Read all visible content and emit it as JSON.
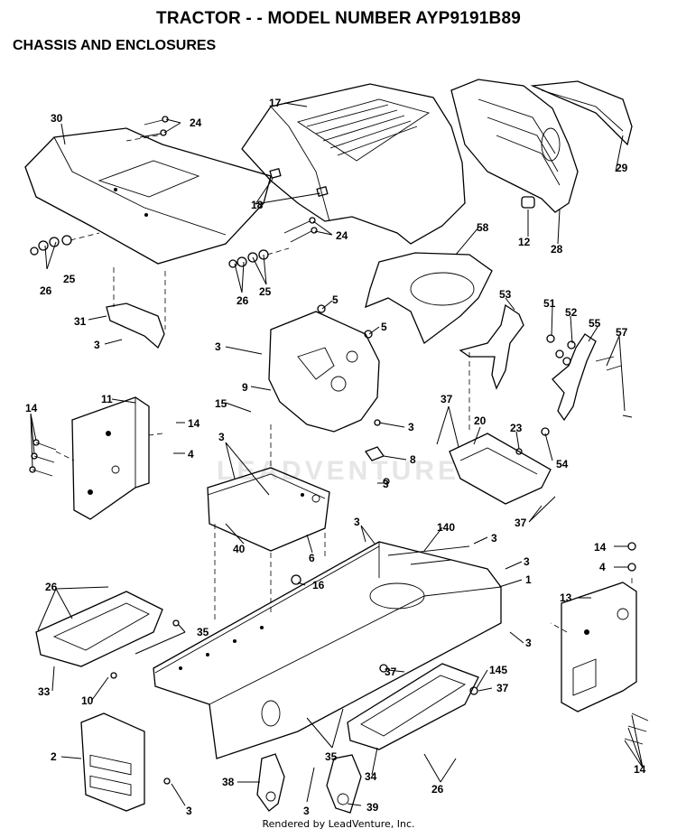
{
  "header": {
    "title": "TRACTOR - - MODEL NUMBER AYP9191B89",
    "subtitle": "CHASSIS AND ENCLOSURES"
  },
  "watermark": "LEADVENTURE",
  "footer": "Rendered by LeadVenture, Inc.",
  "callouts": [
    {
      "id": "c30",
      "label": "30"
    },
    {
      "id": "c24a",
      "label": "24"
    },
    {
      "id": "c17",
      "label": "17"
    },
    {
      "id": "c29",
      "label": "29"
    },
    {
      "id": "c18",
      "label": "18"
    },
    {
      "id": "c24b",
      "label": "24"
    },
    {
      "id": "c12",
      "label": "12"
    },
    {
      "id": "c28",
      "label": "28"
    },
    {
      "id": "c25a",
      "label": "25"
    },
    {
      "id": "c26a",
      "label": "26"
    },
    {
      "id": "c26b",
      "label": "26"
    },
    {
      "id": "c25b",
      "label": "25"
    },
    {
      "id": "c58",
      "label": "58"
    },
    {
      "id": "c5a",
      "label": "5"
    },
    {
      "id": "c5b",
      "label": "5"
    },
    {
      "id": "c53",
      "label": "53"
    },
    {
      "id": "c51",
      "label": "51"
    },
    {
      "id": "c52",
      "label": "52"
    },
    {
      "id": "c55",
      "label": "55"
    },
    {
      "id": "c57",
      "label": "57"
    },
    {
      "id": "c31",
      "label": "31"
    },
    {
      "id": "c3a",
      "label": "3"
    },
    {
      "id": "c3b",
      "label": "3"
    },
    {
      "id": "c9",
      "label": "9"
    },
    {
      "id": "c14a",
      "label": "14"
    },
    {
      "id": "c11",
      "label": "11"
    },
    {
      "id": "c15",
      "label": "15"
    },
    {
      "id": "c14b",
      "label": "14"
    },
    {
      "id": "c4a",
      "label": "4"
    },
    {
      "id": "c3c",
      "label": "3"
    },
    {
      "id": "c37a",
      "label": "37"
    },
    {
      "id": "c20",
      "label": "20"
    },
    {
      "id": "c23",
      "label": "23"
    },
    {
      "id": "c8",
      "label": "8"
    },
    {
      "id": "c3d",
      "label": "3"
    },
    {
      "id": "c3e",
      "label": "3"
    },
    {
      "id": "c54",
      "label": "54"
    },
    {
      "id": "c37b",
      "label": "37"
    },
    {
      "id": "c40",
      "label": "40"
    },
    {
      "id": "c6",
      "label": "6"
    },
    {
      "id": "c3f",
      "label": "3"
    },
    {
      "id": "c140",
      "label": "140"
    },
    {
      "id": "c3g",
      "label": "3"
    },
    {
      "id": "c3h",
      "label": "3"
    },
    {
      "id": "c1",
      "label": "1"
    },
    {
      "id": "c14c",
      "label": "14"
    },
    {
      "id": "c4b",
      "label": "4"
    },
    {
      "id": "c16",
      "label": "16"
    },
    {
      "id": "c13",
      "label": "13"
    },
    {
      "id": "c26c",
      "label": "26"
    },
    {
      "id": "c35a",
      "label": "35"
    },
    {
      "id": "c3i",
      "label": "3"
    },
    {
      "id": "c37c",
      "label": "37"
    },
    {
      "id": "c145",
      "label": "145"
    },
    {
      "id": "c33",
      "label": "33"
    },
    {
      "id": "c10",
      "label": "10"
    },
    {
      "id": "c37d",
      "label": "37"
    },
    {
      "id": "c2",
      "label": "2"
    },
    {
      "id": "c35b",
      "label": "35"
    },
    {
      "id": "c34",
      "label": "34"
    },
    {
      "id": "c26d",
      "label": "26"
    },
    {
      "id": "c14d",
      "label": "14"
    },
    {
      "id": "c38",
      "label": "38"
    },
    {
      "id": "c3j",
      "label": "3"
    },
    {
      "id": "c3k",
      "label": "3"
    },
    {
      "id": "c39",
      "label": "39"
    }
  ]
}
